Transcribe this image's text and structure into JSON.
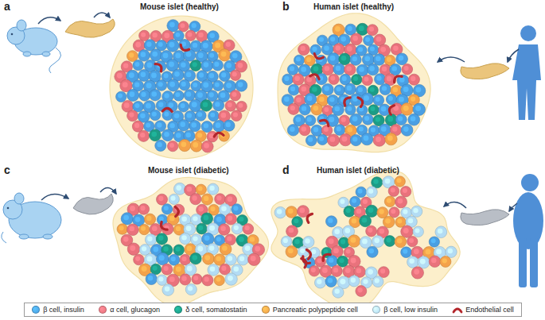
{
  "diagram": {
    "labels": [
      "a",
      "Mouse islet (healthy)",
      "b",
      "Human islet (healthy)",
      "c",
      "Mouse islet (diabetic)",
      "d",
      "Human islet (diabetic)"
    ],
    "legend": [
      {
        "text": "β cell, insulin",
        "color": "#4a9fe3"
      },
      {
        "text": "α cell, glucagon",
        "color": "#e9727c"
      },
      {
        "text": "δ cell, somatostatin",
        "color": "#1c9c86"
      },
      {
        "text": "Pancreatic polypeptide cell",
        "color": "#f4a24a"
      },
      {
        "text": "β cell, low insulin",
        "color": "#b3dcf4"
      },
      {
        "text": "Endothelial cell"
      }
    ]
  }
}
